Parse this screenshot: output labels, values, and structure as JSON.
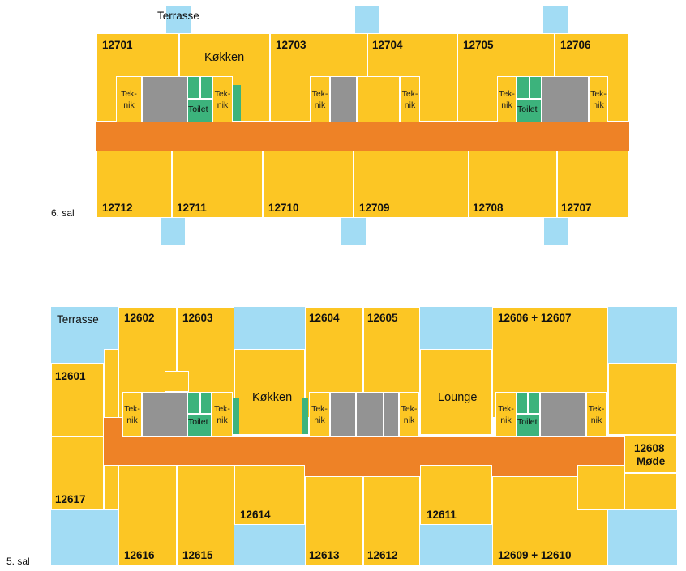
{
  "floor6": {
    "label": "6. sal",
    "terrace": "Terrasse",
    "kitchen": "Køkken",
    "teknik": "Tek-\nnik",
    "toilet": "Toilet",
    "rooms": [
      "12701",
      "12703",
      "12704",
      "12705",
      "12706",
      "12712",
      "12711",
      "12710",
      "12709",
      "12708",
      "12707"
    ]
  },
  "floor5": {
    "label": "5. sal",
    "terrace": "Terrasse",
    "kitchen": "Køkken",
    "lounge": "Lounge",
    "teknik": "Tek-\nnik",
    "toilet": "Toilet",
    "meeting_room": "12608",
    "meeting_label": "Møde",
    "rooms": [
      "12602",
      "12603",
      "12604",
      "12605",
      "12606 + 12607",
      "12601",
      "12617",
      "12614",
      "12611",
      "12616",
      "12615",
      "12613",
      "12612",
      "12609 + 12610"
    ]
  },
  "colors": {
    "room": "#fcc624",
    "corridor": "#ee8226",
    "terrace": "#a2dcf4",
    "technical": "#939393",
    "toilet": "#3cb37c"
  }
}
